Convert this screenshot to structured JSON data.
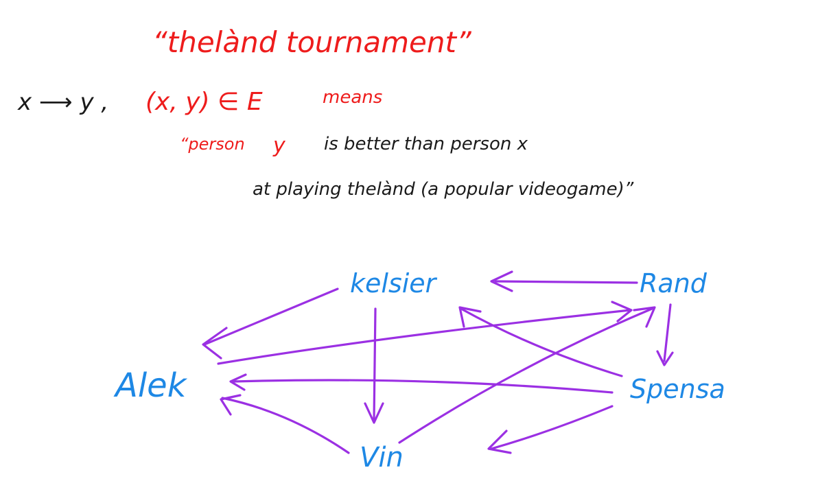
{
  "notes": {
    "title": "“thelànd tournament”",
    "definition_lhs": "x ⟶ y ,",
    "definition_math": "(x, y) ∈ E",
    "definition_means": "means",
    "meaning_line1_a": "“person",
    "meaning_line1_y": "y",
    "meaning_line1_b": "is better than person x",
    "meaning_line2": "at   playing  thelànd  (a popular videogame)”"
  },
  "graph": {
    "nodes": [
      {
        "id": "kelsier",
        "label": "kelsier"
      },
      {
        "id": "rand",
        "label": "Rand"
      },
      {
        "id": "alek",
        "label": "Alek"
      },
      {
        "id": "spensa",
        "label": "Spensa"
      },
      {
        "id": "vin",
        "label": "Vin"
      }
    ],
    "edges": [
      {
        "from": "rand",
        "to": "kelsier"
      },
      {
        "from": "kelsier",
        "to": "alek"
      },
      {
        "from": "kelsier",
        "to": "vin"
      },
      {
        "from": "rand",
        "to": "spensa"
      },
      {
        "from": "alek",
        "to": "rand"
      },
      {
        "from": "spensa",
        "to": "alek"
      },
      {
        "from": "spensa",
        "to": "kelsier"
      },
      {
        "from": "vin",
        "to": "rand"
      },
      {
        "from": "vin",
        "to": "alek"
      },
      {
        "from": "spensa",
        "to": "vin"
      }
    ],
    "colors": {
      "node_label": "#1e88e5",
      "edge": "#9b30e3",
      "title": "#ee1c1c",
      "body_text": "#1a1a1a"
    }
  }
}
